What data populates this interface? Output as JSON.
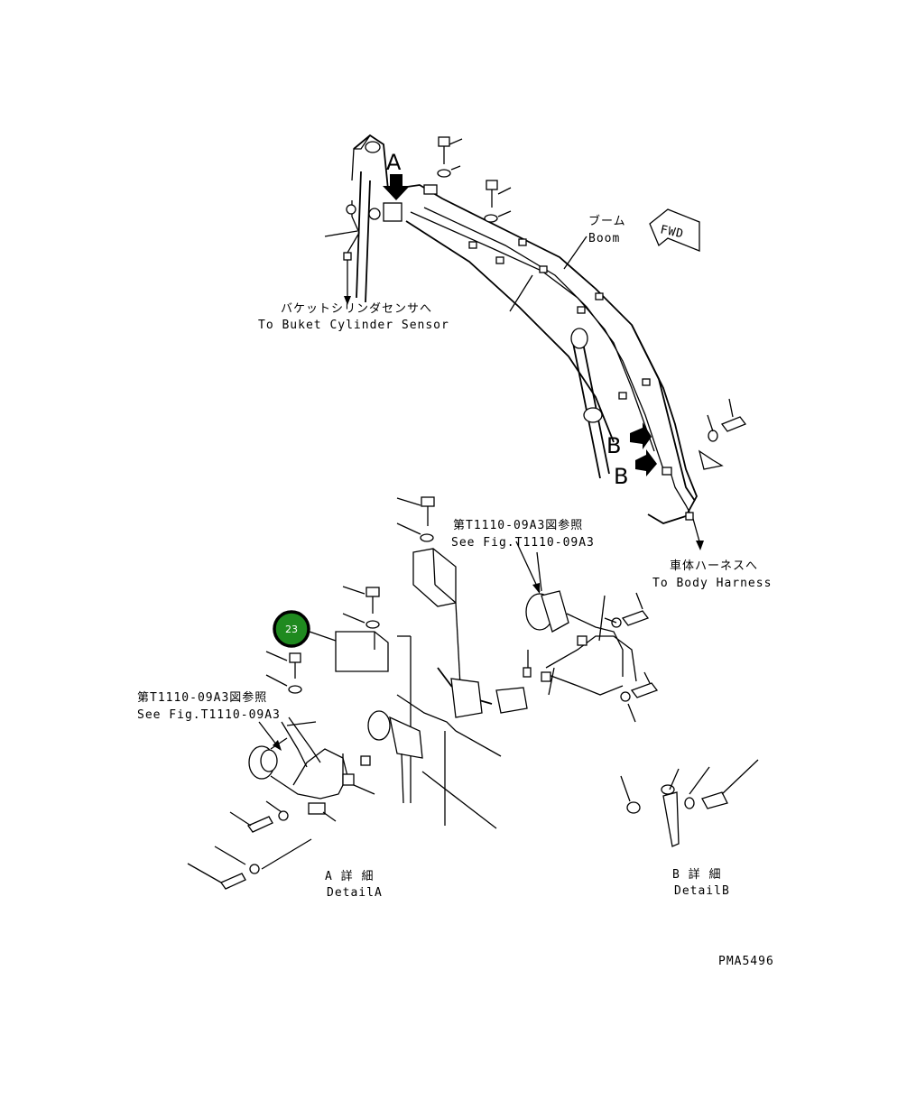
{
  "labels": {
    "marker_a": "A",
    "marker_b1": "B",
    "marker_b2": "B",
    "fwd": "FWD",
    "boom_jp": "ブーム",
    "boom_en": "Boom",
    "bucket_jp": "バケットシリンダセンサへ",
    "bucket_en": "To Buket Cylinder Sensor",
    "ref1_jp": "第T1110-09A3図参照",
    "ref1_en": "See Fig.T1110-09A3",
    "body_jp": "車体ハーネスへ",
    "body_en": "To Body Harness",
    "ref2_jp": "第T1110-09A3図参照",
    "ref2_en": "See Fig.T1110-09A3",
    "detail_a_jp": "A 詳 細",
    "detail_a_en": "DetailA",
    "detail_b_jp": "B 詳 細",
    "detail_b_en": "DetailB",
    "drawing_no": "PMA5496"
  },
  "callout": {
    "number": "23",
    "color": "#1f8a1f",
    "ring": "#000000"
  }
}
